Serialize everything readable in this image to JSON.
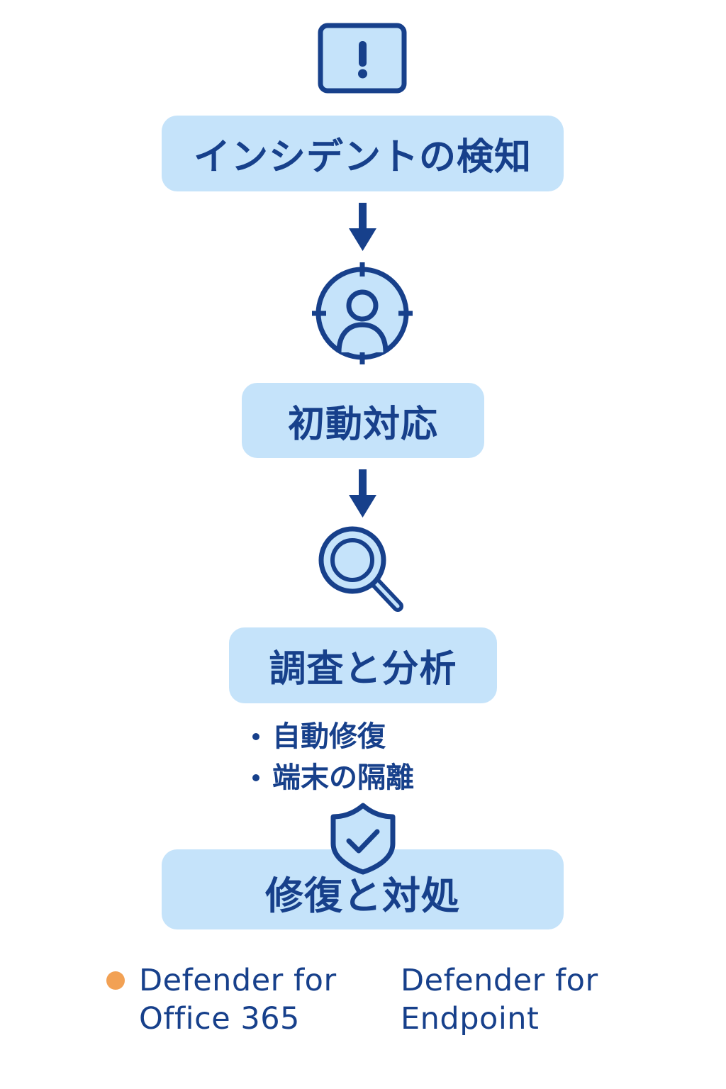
{
  "steps": {
    "detect": {
      "label": "インシデントの検知",
      "icon": "alert-icon"
    },
    "initial": {
      "label": "初動対応",
      "icon": "target-user-icon"
    },
    "investigate": {
      "label": "調査と分析",
      "icon": "magnifier-icon"
    },
    "remediate": {
      "label": "修復と対処",
      "icon": "shield-check-icon"
    }
  },
  "actions": [
    "自動修復",
    "端末の隔離"
  ],
  "products": [
    {
      "line1": "Defender for",
      "line2": "Office 365",
      "marker_color": "#f2a154"
    },
    {
      "line1": "Defender for",
      "line2": "Endpoint"
    }
  ],
  "colors": {
    "primary": "#17408b",
    "box_fill": "#c5e3fa",
    "accent": "#f2a154"
  }
}
